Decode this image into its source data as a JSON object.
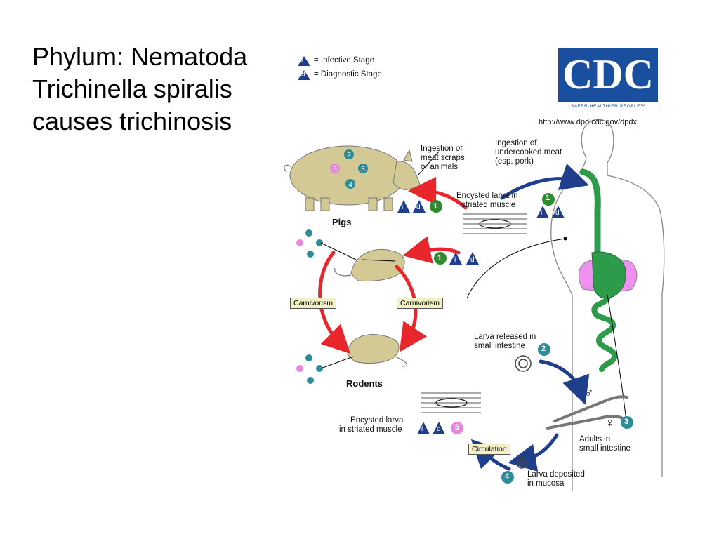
{
  "slide": {
    "title_lines": [
      "Phylum:  Nematoda",
      "Trichinella spiralis",
      "causes trichinosis"
    ]
  },
  "legend": {
    "infective_symbol": "i",
    "infective_label": "= Infective Stage",
    "diagnostic_symbol": "d",
    "diagnostic_label": "= Diagnostic Stage"
  },
  "logo": {
    "text": "CDC",
    "tagline": "SAFER·HEALTHIER·PEOPLE™",
    "url": "http://www.dpd.cdc.gov/dpdx"
  },
  "labels": {
    "pigs": "Pigs",
    "rodents": "Rodents",
    "ingestion_scraps": [
      "Ingestion of",
      "meat scraps",
      "or animals"
    ],
    "ingestion_meat": [
      "Ingestion of",
      "undercooked meat",
      "(esp. pork)"
    ],
    "encysted_top": [
      "Encysted larva in",
      "striated muscle"
    ],
    "carnivorism_left": "Carnivorism",
    "carnivorism_right": "Carnivorism",
    "larva_released": [
      "Larva released in",
      "small intestine"
    ],
    "adults": [
      "Adults in",
      "small intestine"
    ],
    "larva_deposited": [
      "Larva deposited",
      "in mucosa"
    ],
    "encysted_bottom": [
      "Encysted larva",
      "in striated muscle"
    ],
    "circulation": "Circulation",
    "male_symbol": "♂",
    "female_symbol": "♀"
  },
  "stages": {
    "s1": "1",
    "s2": "2",
    "s3": "3",
    "s4": "4",
    "s5": "5",
    "i": "i",
    "d": "d"
  },
  "colors": {
    "red_arrow": "#e8262b",
    "blue_arrow": "#1f3e8c",
    "teal_circle": "#2e8c98",
    "green_circle": "#2e8c2e",
    "pink_circle": "#e986e0",
    "triangle": "#1f3e8c",
    "pig": "#d2c995",
    "rodent": "#d2c995",
    "gut_green": "#2e9b4a",
    "liver_pink": "#ef8ff0",
    "logo_blue": "#1a4e9e",
    "label_box": "#f2f0c4"
  }
}
